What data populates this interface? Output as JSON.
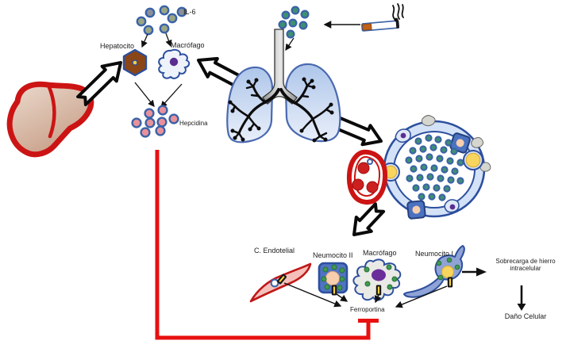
{
  "diagram": {
    "labels": {
      "il6": "IL-6",
      "hepatocito": "Hepatocito",
      "macrofago_superior": "Macrófago",
      "hepcidina": "Hepcidina",
      "c_endotelial": "C. Endotelial",
      "neumocito_ii": "Neumocito II",
      "macrofago_inferior": "Macrófago",
      "neumocito_i": "Neumocito I",
      "ferroportina": "Ferroportina",
      "sobrecarga_hierro": "Sobrecarga de hierro intracelular",
      "dano_celular": "Daño Celular"
    },
    "colors": {
      "inhibition_red": "#e81010",
      "liver_red": "#cc1414",
      "outline_blue": "#2d4f9e",
      "lung_fill": "#bdd0ee",
      "hepatocyte_brown": "#8a4616",
      "nucleus_purple": "#5b2d91",
      "nucleus_yellow": "#f7d55e",
      "hepcidin_pink": "#e8919b",
      "particle_teal": "#3f8f72",
      "il6_particle_olive": "#9aa584",
      "ferroportin_yellow": "#f7d042"
    }
  }
}
